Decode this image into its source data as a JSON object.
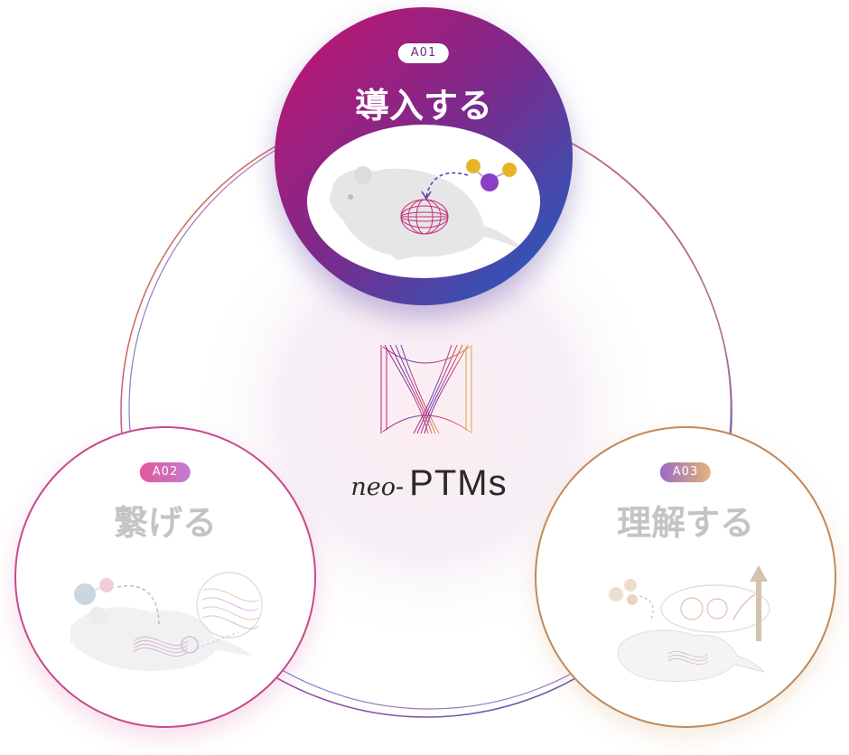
{
  "center": {
    "brand_prefix": "neo-",
    "brand_name": "PTMs"
  },
  "nodes": [
    {
      "code": "A01",
      "title": "導入する",
      "state": "active"
    },
    {
      "code": "A02",
      "title": "繋げる",
      "state": "inactive"
    },
    {
      "code": "A03",
      "title": "理解する",
      "state": "inactive"
    }
  ],
  "colors": {
    "magenta": "#c8136d",
    "purple": "#7b2a8c",
    "blue": "#1763c4",
    "gold": "#d9a15a",
    "pink": "#e25a9a"
  }
}
